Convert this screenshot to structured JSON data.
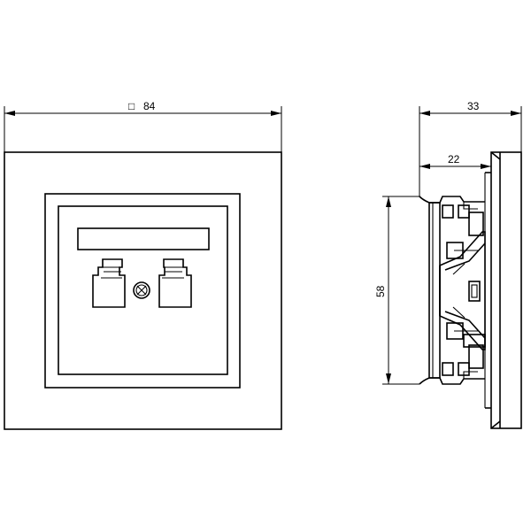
{
  "dimensions": {
    "width_prefix": "□",
    "width": "84",
    "depth_total": "33",
    "depth_partial": "22",
    "height": "58"
  }
}
